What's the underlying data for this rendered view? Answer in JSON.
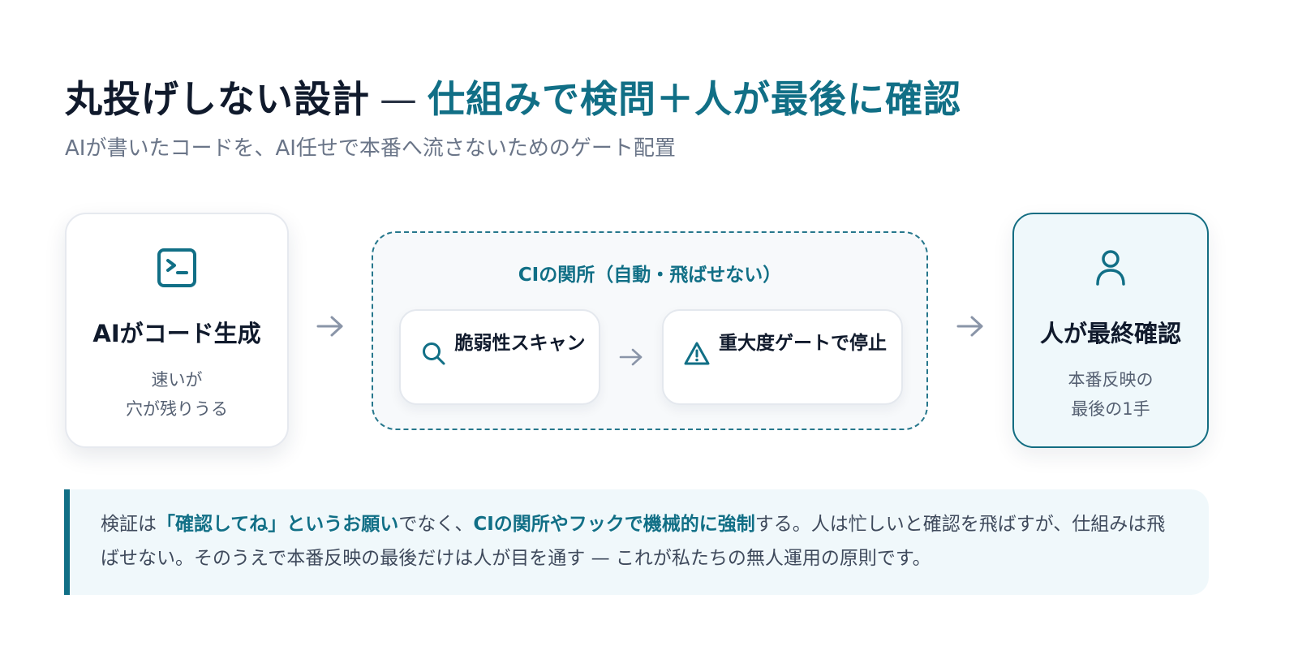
{
  "header": {
    "title_main": "丸投げしない設計",
    "title_dash": "—",
    "title_accent": "仕組みで検問＋人が最後に確認",
    "subtitle": "AIが書いたコードを、AI任せで本番へ流さないためのゲート配置"
  },
  "flow": {
    "ai_card": {
      "icon": "terminal-icon",
      "title": "AIがコード生成",
      "desc_line1": "速いが",
      "desc_line2": "穴が残りうる"
    },
    "ci_gate": {
      "title": "CIの関所（自動・飛ばせない）",
      "steps": [
        {
          "icon": "search-icon",
          "label": "脆弱性スキャン"
        },
        {
          "icon": "warning-icon",
          "label": "重大度ゲートで停止"
        }
      ]
    },
    "human_card": {
      "icon": "user-icon",
      "title": "人が最終確認",
      "desc_line1": "本番反映の",
      "desc_line2": "最後の1手"
    }
  },
  "note": {
    "t1": "検証は",
    "b1": "「確認してね」というお願い",
    "t2": "でなく、",
    "b2": "CIの関所やフックで機械的に強制",
    "t3": "する。人は忙しいと確認を飛ばすが、仕組みは飛ばせない。そのうえで本番反映の最後だけは人が目を通す — これが私たちの無人運用の原則です。"
  },
  "colors": {
    "accent": "#116f86",
    "text": "#101a2c",
    "muted": "#6a7588",
    "arrow": "#8a95a8"
  }
}
